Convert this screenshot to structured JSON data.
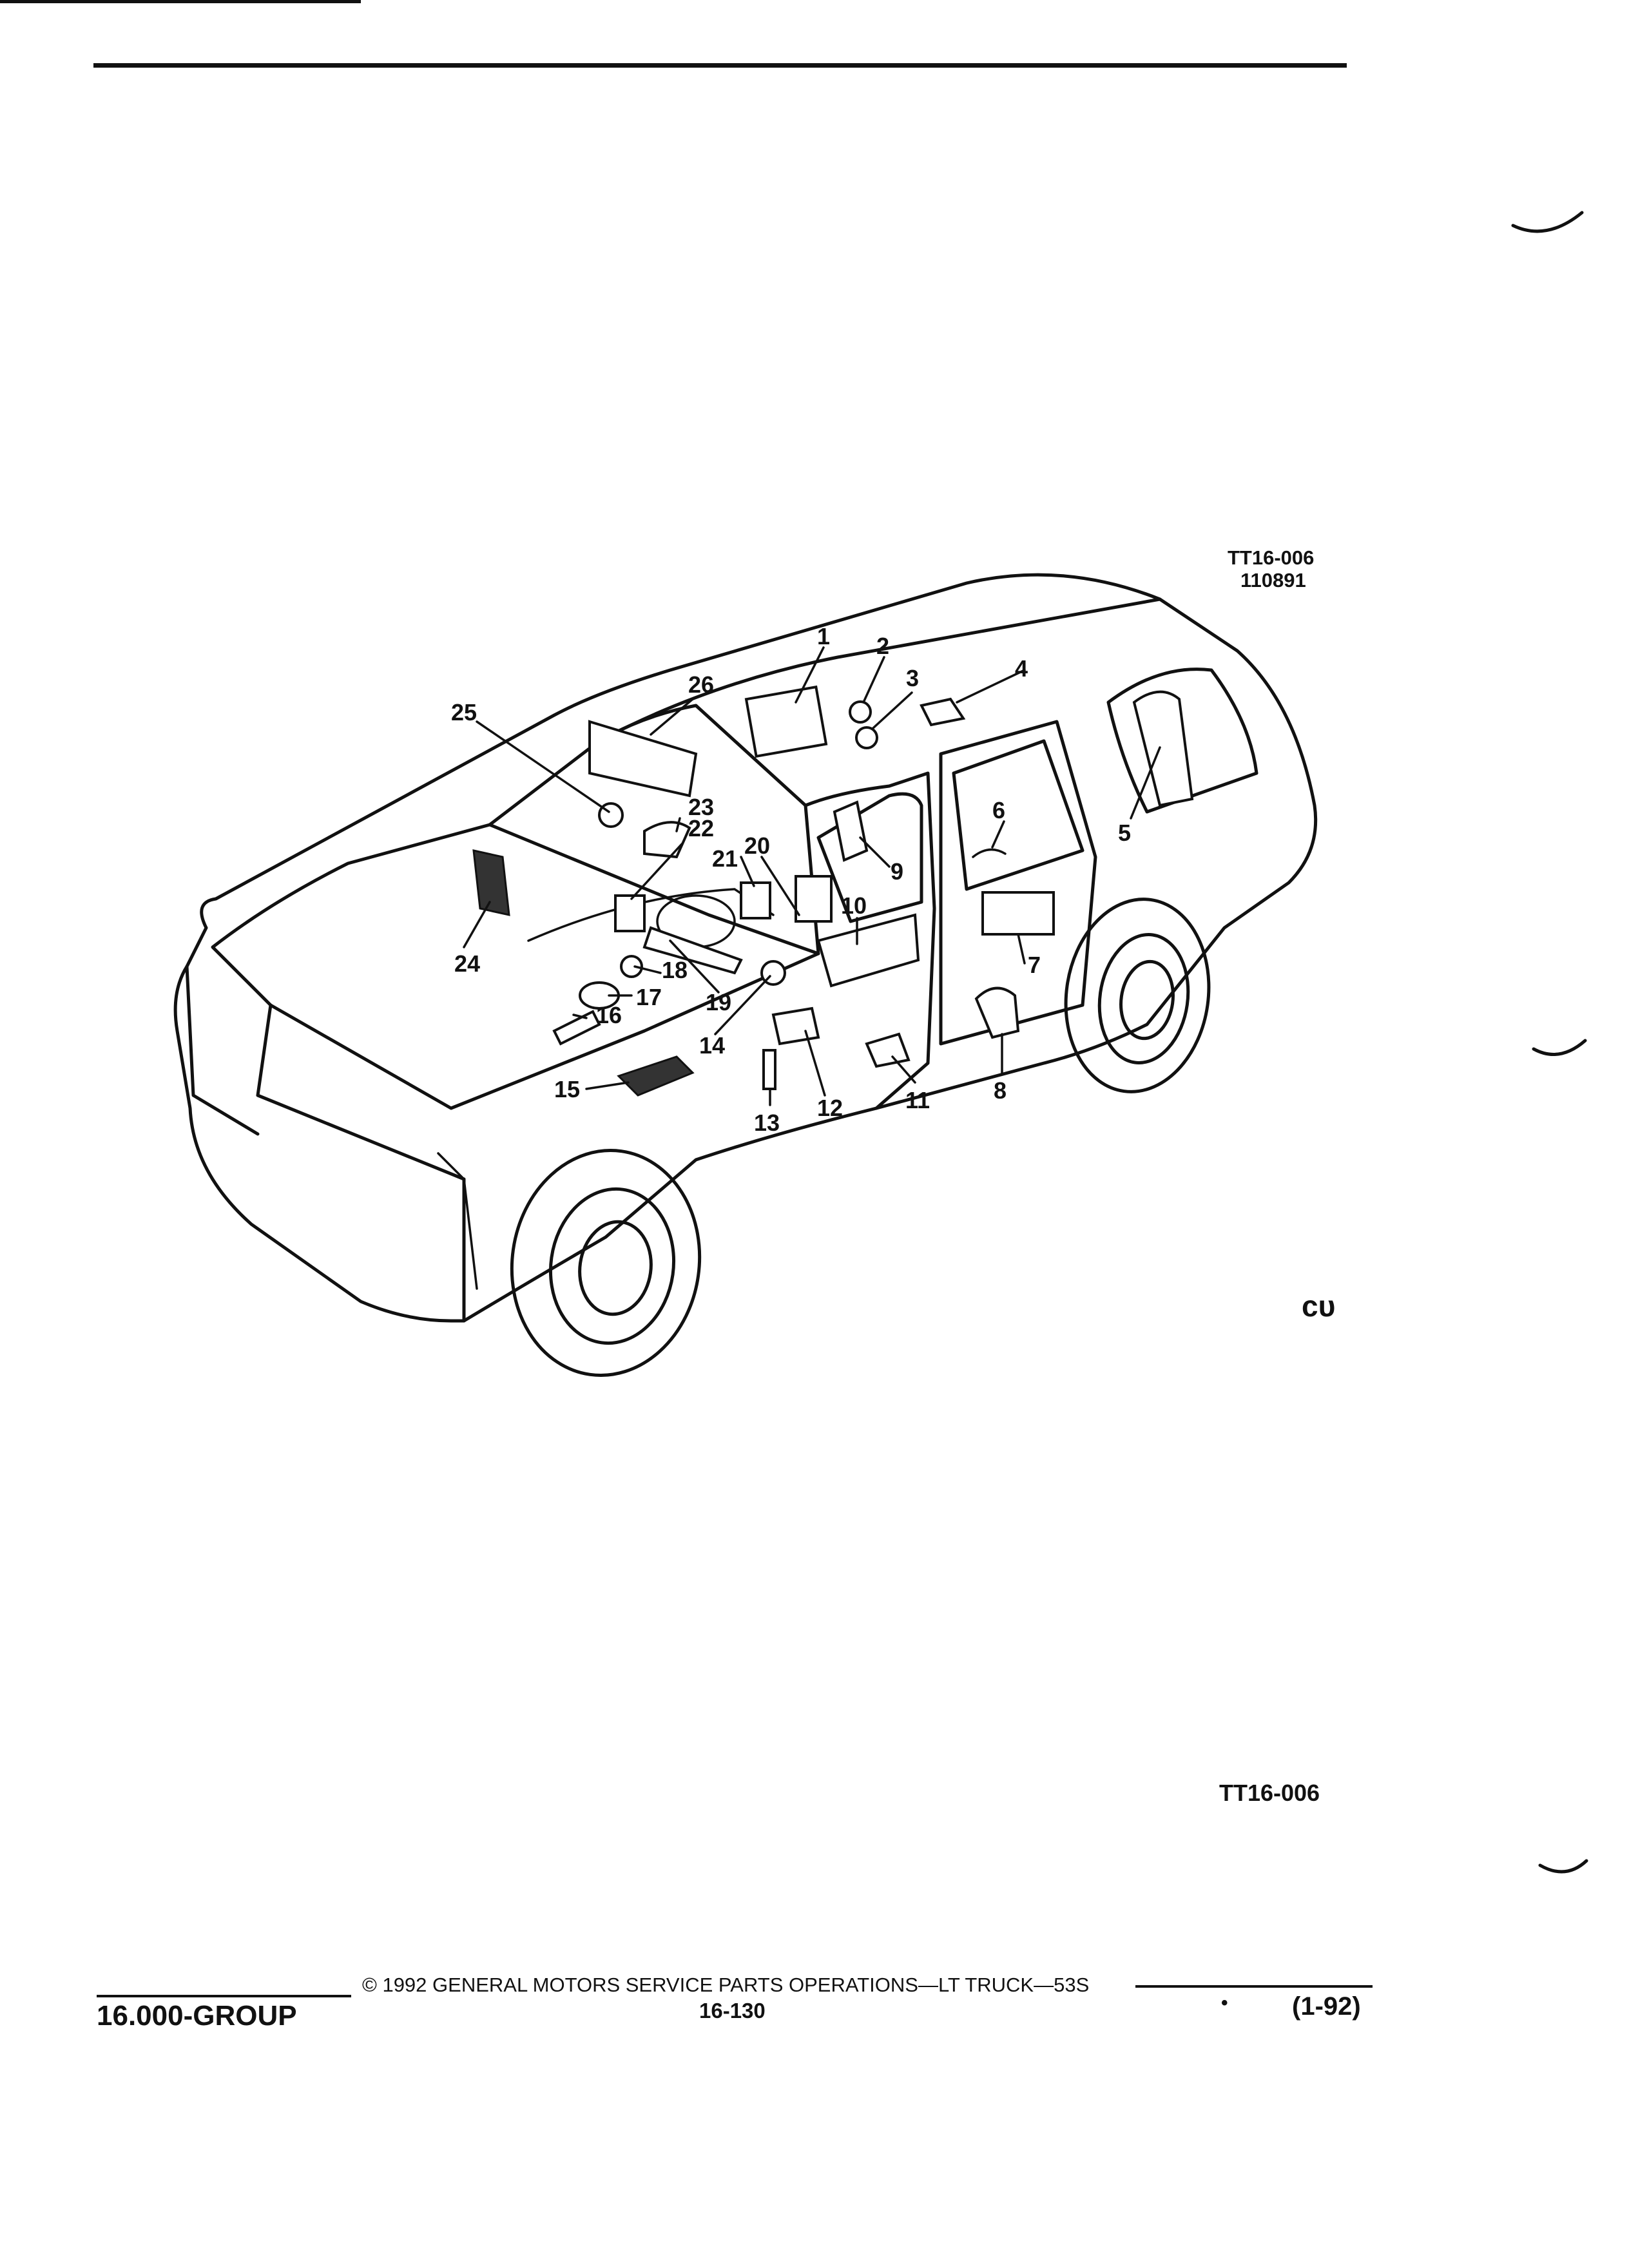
{
  "figure": {
    "code": "TT16-006",
    "date": "110891",
    "bottom_code": "TT16-006",
    "mark": "ᴄᴜ",
    "callouts": [
      "1",
      "2",
      "3",
      "4",
      "5",
      "6",
      "7",
      "8",
      "9",
      "10",
      "11",
      "12",
      "13",
      "14",
      "15",
      "16",
      "17",
      "18",
      "19",
      "20",
      "21",
      "22",
      "23",
      "24",
      "25",
      "26"
    ]
  },
  "footer": {
    "group": "16.000-GROUP",
    "copyright": "©  1992  GENERAL MOTORS SERVICE PARTS OPERATIONS—LT TRUCK—53S",
    "page_number": "16-130",
    "bullet": "•",
    "revision": "(1-92)"
  }
}
